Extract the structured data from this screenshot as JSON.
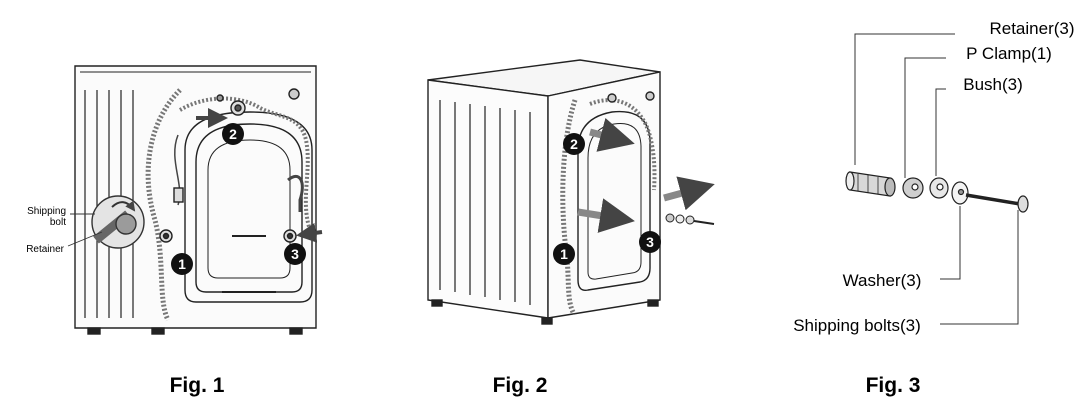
{
  "figures": [
    {
      "caption": "Fig. 1",
      "labels": {
        "shipping_bolt": "Shipping\nbolt",
        "retainer": "Retainer"
      },
      "badges": [
        "1",
        "2",
        "3"
      ]
    },
    {
      "caption": "Fig. 2",
      "badges": [
        "1",
        "2",
        "3"
      ]
    },
    {
      "caption": "Fig. 3",
      "parts": [
        {
          "label": "Retainer(3)"
        },
        {
          "label": "P Clamp(1)"
        },
        {
          "label": "Bush(3)"
        },
        {
          "label": "Washer(3)"
        },
        {
          "label": "Shipping bolts(3)"
        }
      ]
    }
  ]
}
